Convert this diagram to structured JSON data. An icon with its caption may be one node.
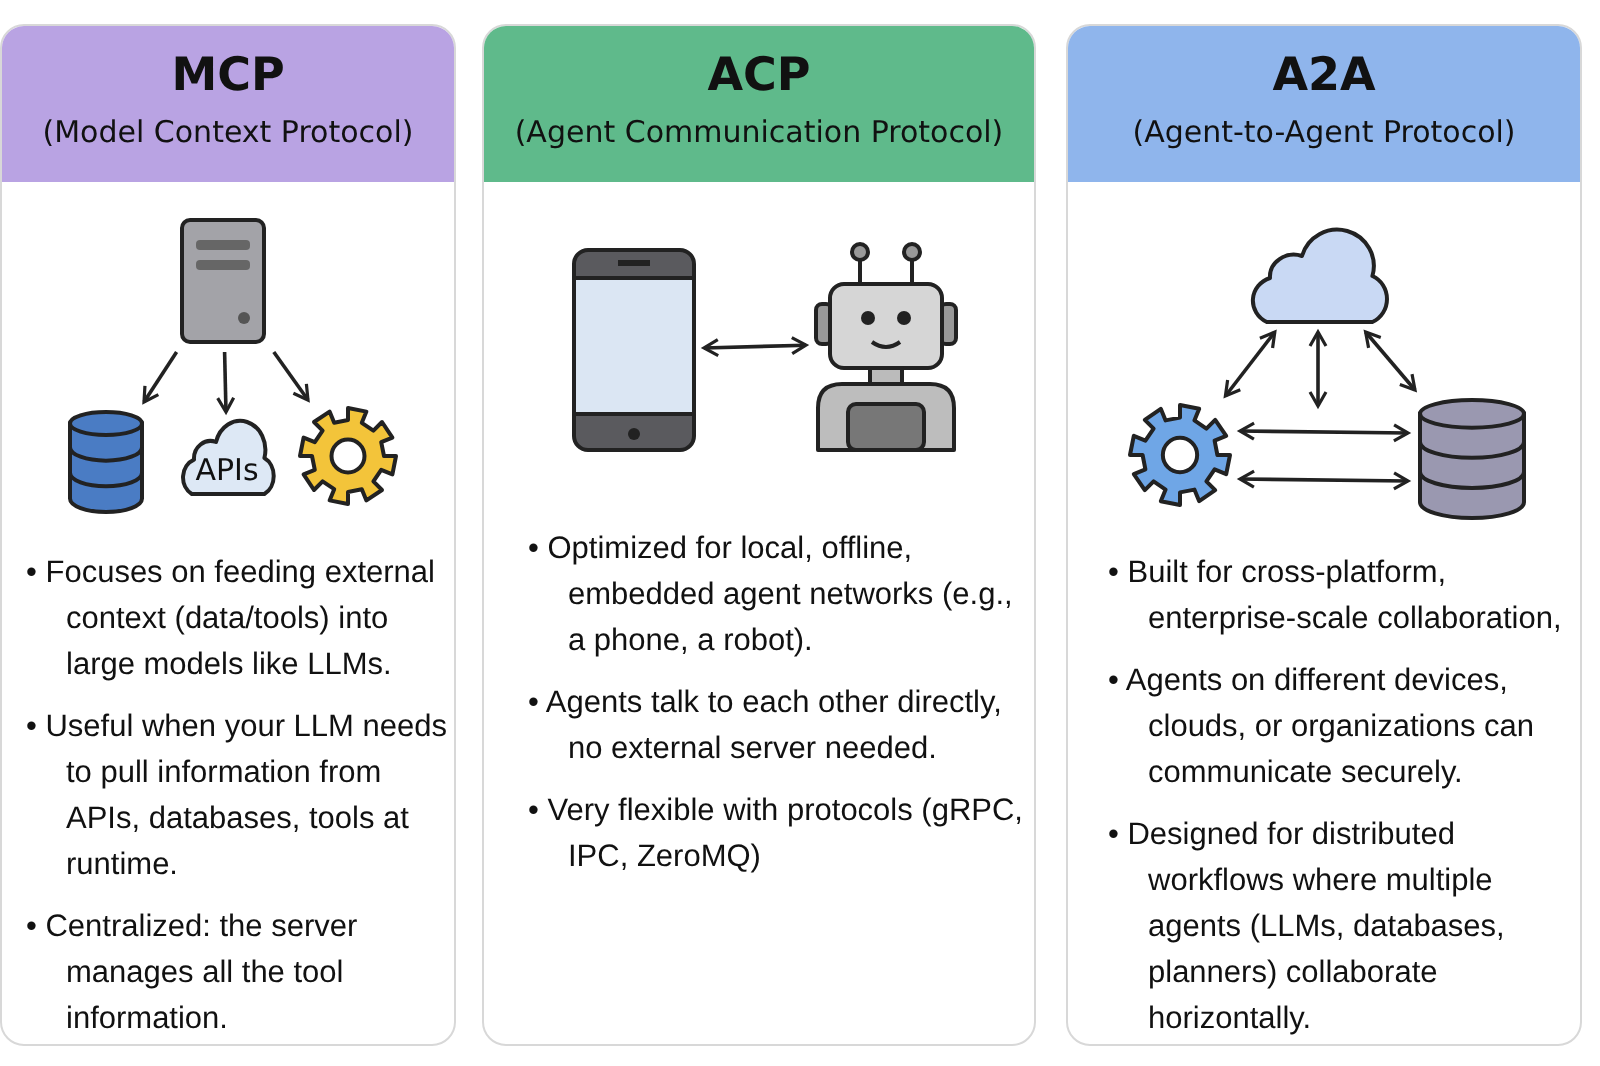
{
  "diagram": {
    "nodes": [
      {
        "text": [
          "MCP",
          "(Model Context Protocol)",
          "• Focuses on feeding external context (data/tools) into large models like LLMs.",
          "• Useful when your LLM needs to pull information from APIs, databases, tools at runtime.",
          "• Centralized: the server manages all the tool information."
        ]
      },
      {
        "text": [],
        "shape": "picture",
        "in": 0
      },
      {
        "text": [],
        "shape": "cylinder",
        "in": 0
      },
      {
        "text": [
          "APIs"
        ],
        "in": 0
      },
      {
        "text": [],
        "shape": "picture",
        "in": 0
      },
      {
        "text": [
          "ACP",
          "(Agent Communication Protocol)",
          "• Optimized for local, offline, embedded agent networks (e.g., a phone, a robot).",
          "• Agents talk to each other directly, no external server needed.",
          "• Very flexible with protocols (gRPC, IPC, ZeroMQ)"
        ]
      },
      {
        "text": [],
        "shape": "picture",
        "in": 5
      },
      {
        "text": [],
        "shape": "picture",
        "in": 5
      },
      {
        "text": [
          "A2A",
          "(Agent-to-Agent Protocol)",
          "• Built for cross-platform, enterprise-scale collaboration,",
          "• Agents on different devices, clouds, or organizations can communicate securely.",
          "• Designed for distributed workflows where multiple agents (LLMs, databases, planners) collaborate horizontally."
        ]
      },
      {
        "text": [],
        "shape": "cloud",
        "in": 8
      },
      {
        "text": [],
        "shape": "picture",
        "in": 8
      },
      {
        "text": [],
        "shape": "cylinder",
        "in": 8
      }
    ],
    "edges": [
      {
        "from": 1,
        "to": 2,
        "arrow": "to"
      },
      {
        "from": 1,
        "to": 3,
        "arrow": "to"
      },
      {
        "from": 1,
        "to": 4,
        "arrow": "to"
      },
      {
        "from": 6,
        "to": 7,
        "arrow": "both"
      },
      {
        "from": 9,
        "to": 10,
        "arrow": "both"
      },
      {
        "from": 9,
        "to": 11,
        "arrow": "both"
      },
      {
        "from": 9,
        "to": null,
        "arrow": "both"
      },
      {
        "from": 10,
        "to": 11,
        "arrow": "both"
      },
      {
        "from": 10,
        "to": 11,
        "arrow": "both"
      }
    ]
  }
}
